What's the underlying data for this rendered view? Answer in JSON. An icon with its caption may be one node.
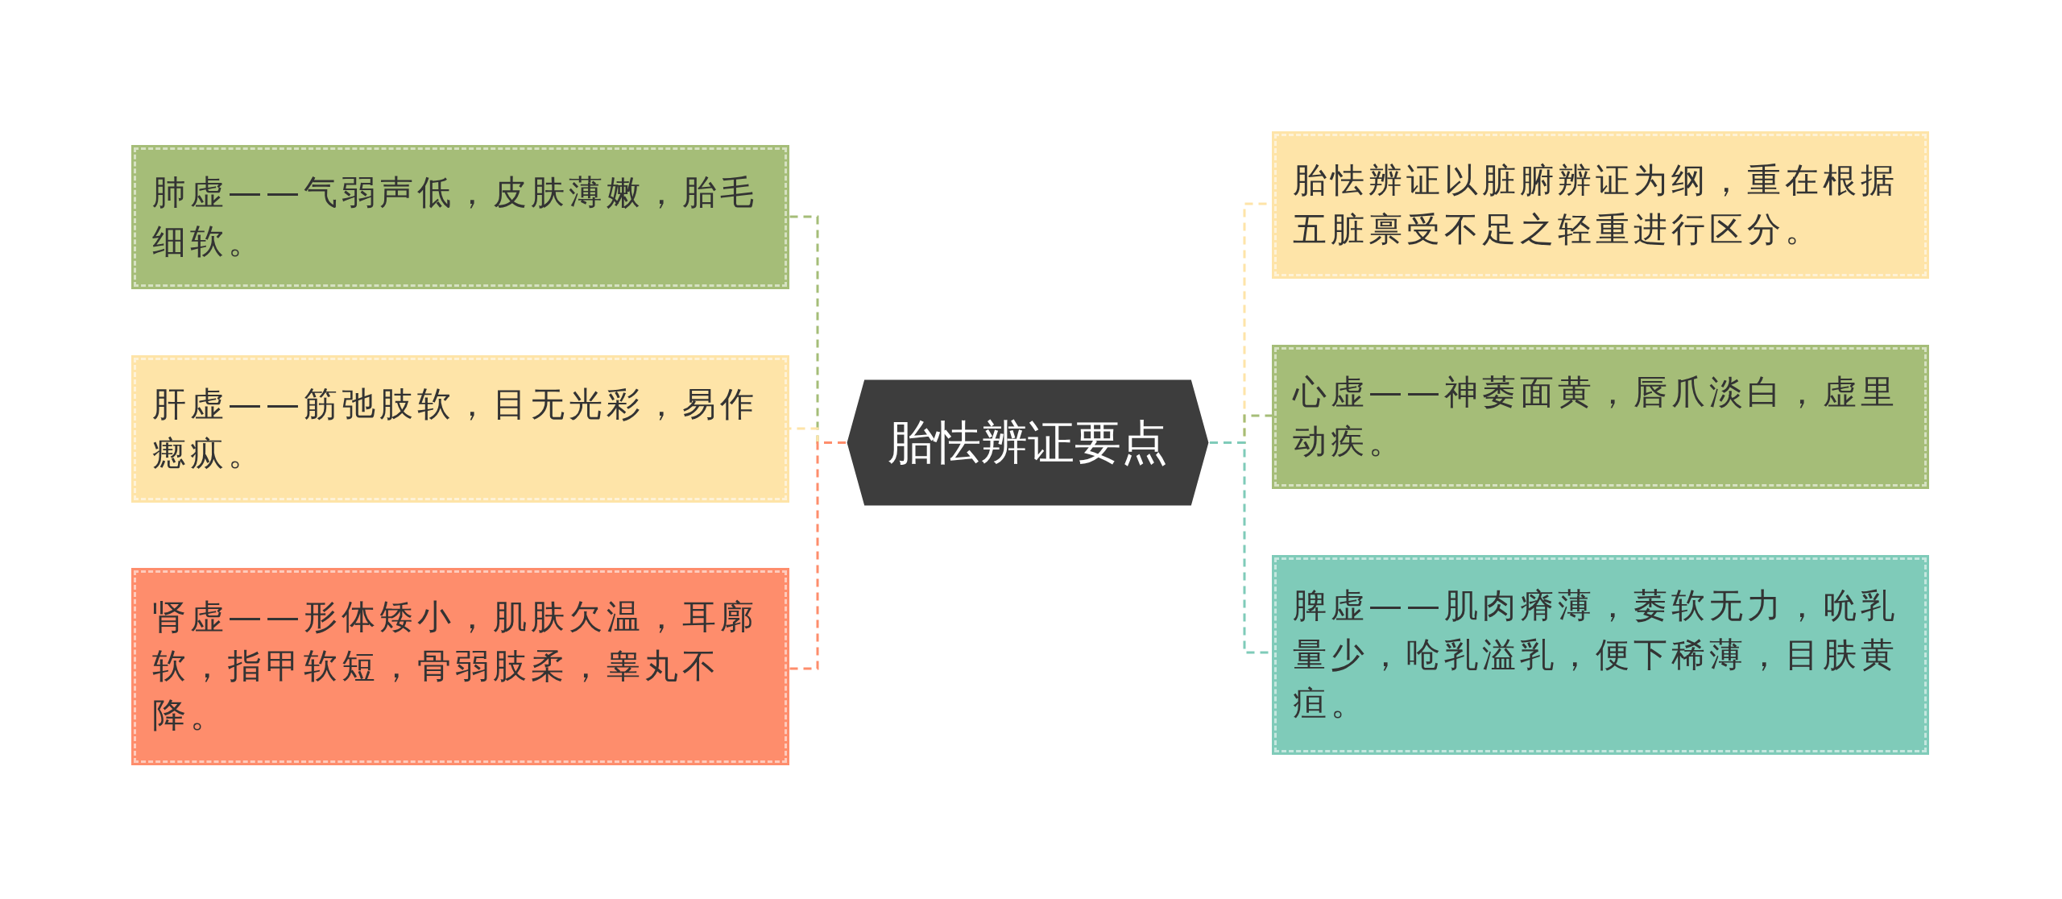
{
  "diagram": {
    "nodes": [
      {
        "text": [
          "胎怯辨证要点"
        ]
      },
      {
        "text": [
          "肺虚——气弱声低，皮肤薄嫩，胎毛细软。"
        ]
      },
      {
        "text": [
          "肝虚——筋弛肢软，目无光彩，易作瘛疭。"
        ]
      },
      {
        "text": [
          "肾虚——形体矮小，肌肤欠温，耳廓软，指甲软短，骨弱肢柔，睾丸不降。"
        ]
      },
      {
        "text": [
          "胎怯辨证以脏腑辨证为纲，重在根据五脏禀受不足之轻重进行区分。"
        ]
      },
      {
        "text": [
          "心虚——神萎面黄，唇爪淡白，虚里动疾。"
        ]
      },
      {
        "text": [
          "脾虚——肌肉瘠薄，萎软无力，吮乳量少，呛乳溢乳，便下稀薄，目肤黄疸。"
        ]
      }
    ],
    "edges": [
      {
        "from": 0,
        "to": 1,
        "arrow": "none",
        "style": "dashed",
        "color": "#a5bd78"
      },
      {
        "from": 0,
        "to": 2,
        "arrow": "none",
        "style": "dashed",
        "color": "#fee4a8"
      },
      {
        "from": 0,
        "to": 3,
        "arrow": "none",
        "style": "dashed",
        "color": "#fe8d6c"
      },
      {
        "from": 0,
        "to": 4,
        "arrow": "none",
        "style": "dashed",
        "color": "#fee4a8"
      },
      {
        "from": 0,
        "to": 5,
        "arrow": "none",
        "style": "dashed",
        "color": "#a5bd78"
      },
      {
        "from": 0,
        "to": 6,
        "arrow": "none",
        "style": "dashed",
        "color": "#7fcbb9"
      }
    ]
  }
}
